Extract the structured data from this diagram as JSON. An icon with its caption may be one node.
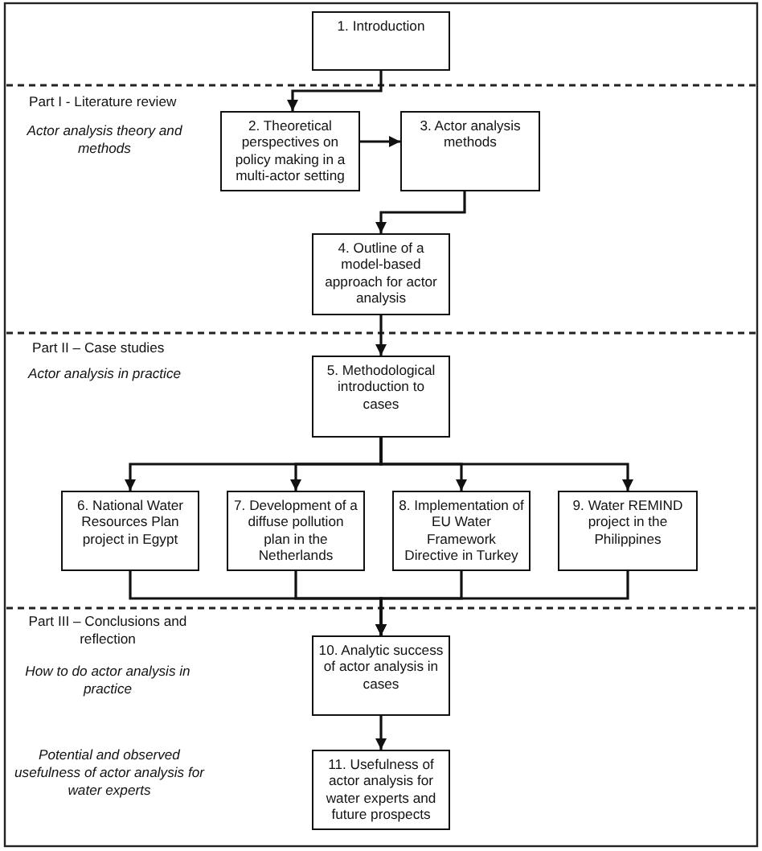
{
  "diagram": {
    "nodes": [
      {
        "text": [
          "1. Introduction"
        ]
      },
      {
        "text": [
          "2. Theoretical perspectives on policy making in a multi-actor setting"
        ]
      },
      {
        "text": [
          "3. Actor analysis methods"
        ]
      },
      {
        "text": [
          "4. Outline of a model-based approach for actor analysis"
        ]
      },
      {
        "text": [
          "5. Methodological introduction to cases"
        ]
      },
      {
        "text": [
          "6. National Water Resources Plan project in Egypt"
        ]
      },
      {
        "text": [
          "7. Development of a diffuse pollution plan in the Netherlands"
        ]
      },
      {
        "text": [
          "8. Implementation of EU Water Framework Directive in Turkey"
        ]
      },
      {
        "text": [
          "9. Water REMIND project in the Philippines"
        ]
      },
      {
        "text": [
          "10. Analytic success of actor analysis in cases"
        ]
      },
      {
        "text": [
          "11. Usefulness of actor analysis for water experts and future prospects"
        ]
      }
    ],
    "edges": [
      {
        "from": 0,
        "to": 1,
        "arrow": "to"
      },
      {
        "from": 1,
        "to": 2,
        "arrow": "to"
      },
      {
        "from": 2,
        "to": 3,
        "arrow": "to"
      },
      {
        "from": 3,
        "to": 4,
        "arrow": "to"
      },
      {
        "from": 4,
        "to": 5,
        "arrow": "to"
      },
      {
        "from": 4,
        "to": 6,
        "arrow": "to"
      },
      {
        "from": 4,
        "to": 7,
        "arrow": "to"
      },
      {
        "from": 4,
        "to": 8,
        "arrow": "to"
      },
      {
        "from": 5,
        "to": 9,
        "arrow": "to"
      },
      {
        "from": 6,
        "to": 9,
        "arrow": "to"
      },
      {
        "from": 7,
        "to": 9,
        "arrow": "to"
      },
      {
        "from": 8,
        "to": 9,
        "arrow": "to"
      },
      {
        "from": 9,
        "to": 10,
        "arrow": "to"
      }
    ],
    "labels": [
      "Part I - Literature review",
      "Actor analysis theory and methods",
      "Part II – Case studies",
      "Actor analysis in practice",
      "Part III – Conclusions and reflection",
      "How to do actor analysis in practice",
      "Potential and observed usefulness of actor analysis for water experts"
    ]
  }
}
